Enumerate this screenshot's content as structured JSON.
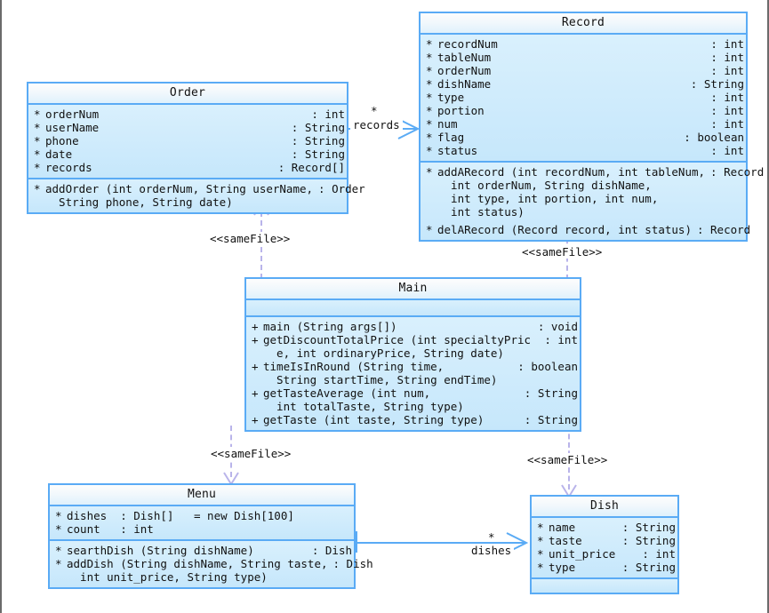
{
  "diagram": {
    "type": "uml-class-diagram",
    "colors": {
      "class_border": "#5aabf5",
      "class_body": "#c9e9fb",
      "class_header": "#f2f8fc",
      "association": "#5aabf5",
      "dependency": "#b9b4ea",
      "page_border": "#6b6b6b"
    },
    "classes": [
      {
        "id": "record",
        "name": "Record",
        "attributes": [
          {
            "vis": "*",
            "name": "recordNum",
            "type": ": int"
          },
          {
            "vis": "*",
            "name": "tableNum",
            "type": ": int"
          },
          {
            "vis": "*",
            "name": "orderNum",
            "type": ": int"
          },
          {
            "vis": "*",
            "name": "dishName",
            "type": ": String"
          },
          {
            "vis": "*",
            "name": "type",
            "type": ": int"
          },
          {
            "vis": "*",
            "name": "portion",
            "type": ": int"
          },
          {
            "vis": "*",
            "name": "num",
            "type": ": int"
          },
          {
            "vis": "*",
            "name": "flag",
            "type": ": boolean"
          },
          {
            "vis": "*",
            "name": "status",
            "type": ": int"
          }
        ],
        "methods": [
          {
            "vis": "*",
            "name": "addARecord (int recordNum, int tableNum,\n  int orderNum, String dishName,\n  int type, int portion, int num,\n  int status)",
            "type": ": Record"
          },
          {
            "vis": "*",
            "name": "delARecord (Record record, int status)",
            "type": ": Record"
          }
        ]
      },
      {
        "id": "order",
        "name": "Order",
        "attributes": [
          {
            "vis": "*",
            "name": "orderNum",
            "type": ": int"
          },
          {
            "vis": "*",
            "name": "userName",
            "type": ": String"
          },
          {
            "vis": "*",
            "name": "phone",
            "type": ": String"
          },
          {
            "vis": "*",
            "name": "date",
            "type": ": String"
          },
          {
            "vis": "*",
            "name": "records",
            "type": ": Record[]"
          }
        ],
        "methods": [
          {
            "vis": "*",
            "name": "addOrder (int orderNum, String userName,\n  String phone, String date)",
            "type": ": Order"
          }
        ]
      },
      {
        "id": "main",
        "name": "Main",
        "attributes": [],
        "methods": [
          {
            "vis": "+",
            "name": "main (String args[])",
            "type": ": void"
          },
          {
            "vis": "+",
            "name": "getDiscountTotalPrice (int specialtyPric\n  e, int ordinaryPrice, String date)",
            "type": ": int"
          },
          {
            "vis": "+",
            "name": "timeIsInRound (String time,\n  String startTime, String endTime)",
            "type": ": boolean"
          },
          {
            "vis": "+",
            "name": "getTasteAverage (int num,\n  int totalTaste, String type)",
            "type": ": String"
          },
          {
            "vis": "+",
            "name": "getTaste (int taste, String type)",
            "type": ": String"
          }
        ]
      },
      {
        "id": "menu",
        "name": "Menu",
        "attributes": [
          {
            "vis": "*",
            "name": "dishes  : Dish[]   = new Dish[100]",
            "type": ""
          },
          {
            "vis": "*",
            "name": "count   : int",
            "type": ""
          }
        ],
        "methods": [
          {
            "vis": "*",
            "name": "searthDish (String dishName)",
            "type": ": Dish"
          },
          {
            "vis": "*",
            "name": "addDish (String dishName, String taste,\n  int unit_price, String type)",
            "type": ": Dish"
          }
        ]
      },
      {
        "id": "dish",
        "name": "Dish",
        "attributes": [
          {
            "vis": "*",
            "name": "name",
            "type": ": String"
          },
          {
            "vis": "*",
            "name": "taste",
            "type": ": String"
          },
          {
            "vis": "*",
            "name": "unit_price",
            "type": ": int"
          },
          {
            "vis": "*",
            "name": "type",
            "type": ": String"
          }
        ],
        "methods": []
      }
    ],
    "relations": [
      {
        "id": "order-record",
        "kind": "association",
        "from": "order",
        "to": "record",
        "role": "records",
        "multiplicity": "*"
      },
      {
        "id": "menu-dish",
        "kind": "association",
        "from": "menu",
        "to": "dish",
        "role": "dishes",
        "multiplicity": "*"
      },
      {
        "id": "main-order",
        "kind": "dependency",
        "from": "main",
        "to": "order",
        "stereotype": "<<sameFile>>"
      },
      {
        "id": "main-record",
        "kind": "dependency",
        "from": "main",
        "to": "record",
        "stereotype": "<<sameFile>>"
      },
      {
        "id": "main-menu",
        "kind": "dependency",
        "from": "main",
        "to": "menu",
        "stereotype": "<<sameFile>>"
      },
      {
        "id": "main-dish",
        "kind": "dependency",
        "from": "main",
        "to": "dish",
        "stereotype": "<<sameFile>>"
      }
    ]
  }
}
